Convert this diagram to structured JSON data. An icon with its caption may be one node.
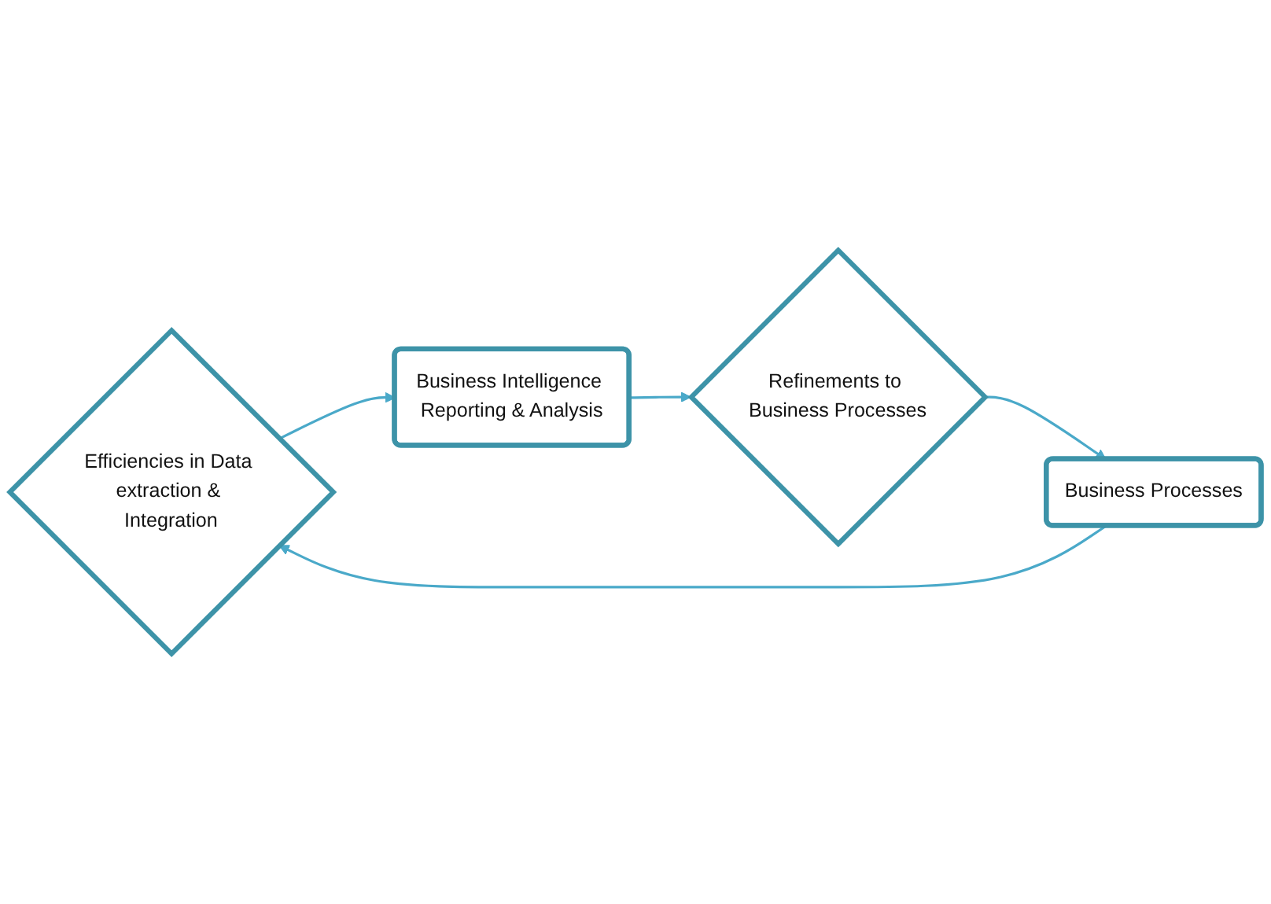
{
  "diagram": {
    "nodes": [
      {
        "text": [
          "Efficiencies in Data extraction & Integration"
        ]
      },
      {
        "text": [
          "Business Processes"
        ]
      },
      {
        "text": [
          "Business Intelligence Reporting & Analysis"
        ]
      },
      {
        "text": [
          "Refinements to Business Processes"
        ]
      }
    ],
    "edges": [
      {
        "from": 1,
        "to": 0,
        "arrow": "to"
      },
      {
        "from": 0,
        "to": 2,
        "arrow": "to"
      },
      {
        "from": 2,
        "to": 3,
        "arrow": "to"
      },
      {
        "from": 3,
        "to": 1,
        "arrow": "to"
      }
    ]
  }
}
